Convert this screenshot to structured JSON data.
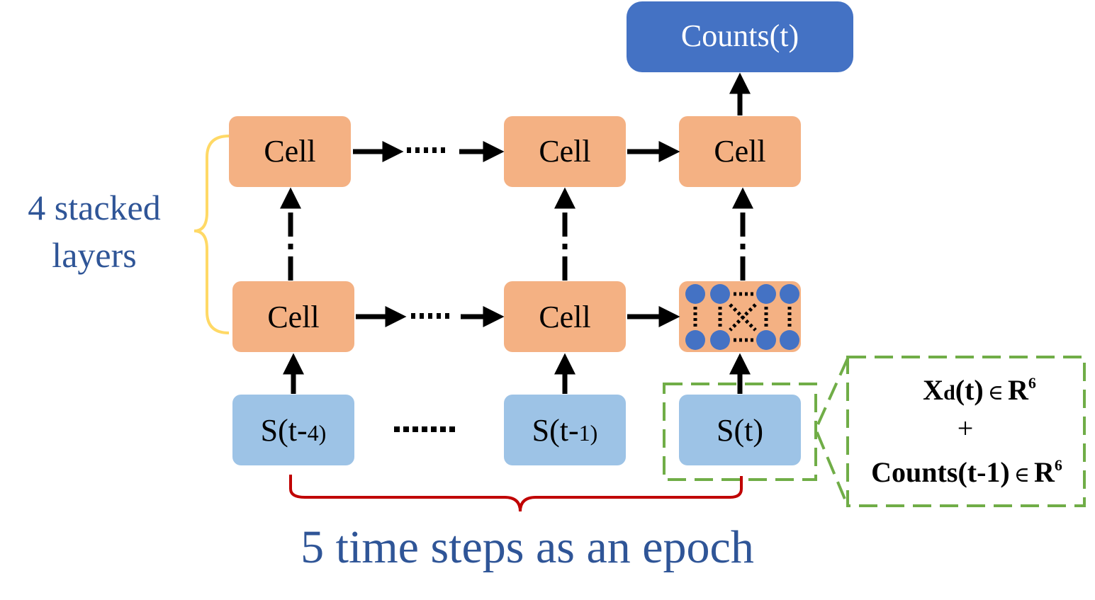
{
  "output": {
    "label": "Counts(t)"
  },
  "cells": {
    "top": [
      "Cell",
      "Cell",
      "Cell"
    ],
    "bottom": [
      "Cell",
      "Cell"
    ]
  },
  "inputs": {
    "first": {
      "main": "S(t-",
      "sub": "4",
      "close": ")"
    },
    "second": {
      "main": "S(t-",
      "sub": "1",
      "close": ")"
    },
    "current": {
      "label": "S(t)"
    }
  },
  "layers_label": {
    "line1": "4 stacked",
    "line2": "layers"
  },
  "epoch_label": "5 time steps as an epoch",
  "input_detail": {
    "line1_main": "X",
    "line1_sub": "d",
    "line1_tail": "(t)",
    "line1_elem": "∈",
    "line1_set": "R",
    "line1_exp": "6",
    "plus": "+",
    "line3_main": "Counts(t-1)",
    "line3_elem": "∈",
    "line3_set": "R",
    "line3_exp": "6"
  },
  "colors": {
    "output_fill": "#4472c4",
    "cell_fill": "#f4b183",
    "input_fill": "#9dc3e6",
    "dot_fill": "#4472c4",
    "layers_brace": "#ffd966",
    "epoch_brace": "#c00000",
    "dashed_box": "#70ad47",
    "blue_text": "#2f5597",
    "arrow": "#000000"
  }
}
